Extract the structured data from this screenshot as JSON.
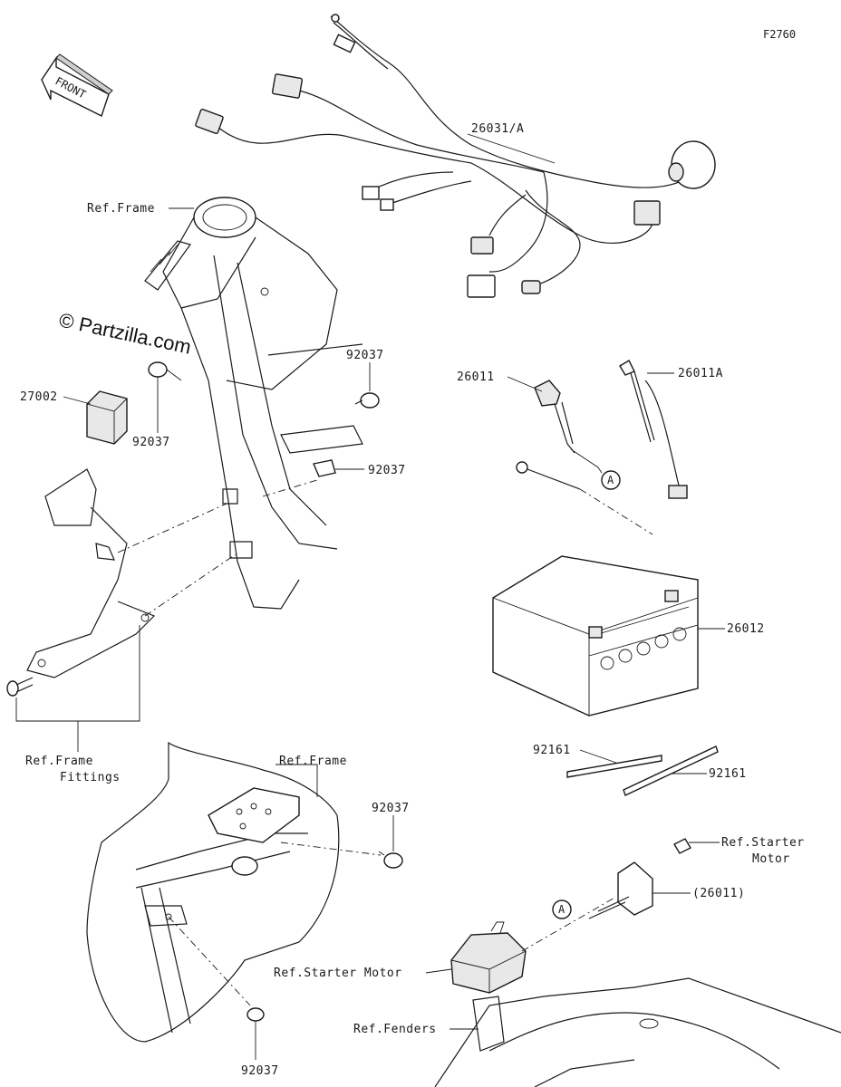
{
  "figure_code": "F2760",
  "watermark": "© Partzilla.com",
  "front_arrow": {
    "text": "FRONT",
    "icon": "front-direction-arrow-icon"
  },
  "callouts": {
    "harness": "26031/A",
    "ref_frame_top": "Ref.Frame",
    "clamp_top_right": "92037",
    "relay_box": "27002",
    "clamp_left": "92037",
    "clamp_mid": "92037",
    "battery_cable_pos": "26011",
    "battery_cable_neg": "26011A",
    "battery": "26012",
    "band_1": "92161",
    "band_2": "92161",
    "ref_frame_fittings_line1": "Ref.Frame",
    "ref_frame_fittings_line2": "Fittings",
    "ref_frame_bottom": "Ref.Frame",
    "clamp_bottom_right": "92037",
    "clamp_bottom": "92037",
    "ref_starter_motor_right_line1": "Ref.Starter",
    "ref_starter_motor_right_line2": "Motor",
    "cable_ref": "(26011)",
    "ref_starter_motor_left": "Ref.Starter Motor",
    "ref_fenders": "Ref.Fenders",
    "connector_a_top": "A",
    "connector_a_bottom": "A"
  }
}
